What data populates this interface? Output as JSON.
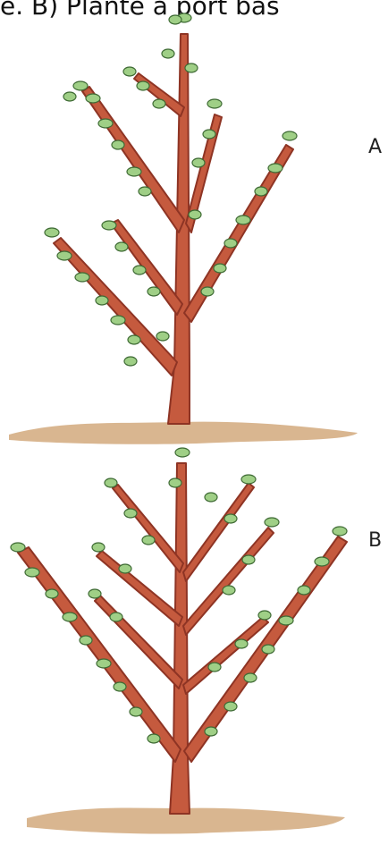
{
  "caption": "e. B) Plante à port bas",
  "labels": {
    "a": "A",
    "b": "B"
  },
  "colors": {
    "trunk": "#c55a3e",
    "trunk_edge": "#8e3424",
    "leaf": "#9fcf86",
    "leaf_edge": "#3f6b35",
    "ground": "#d5ae84"
  }
}
